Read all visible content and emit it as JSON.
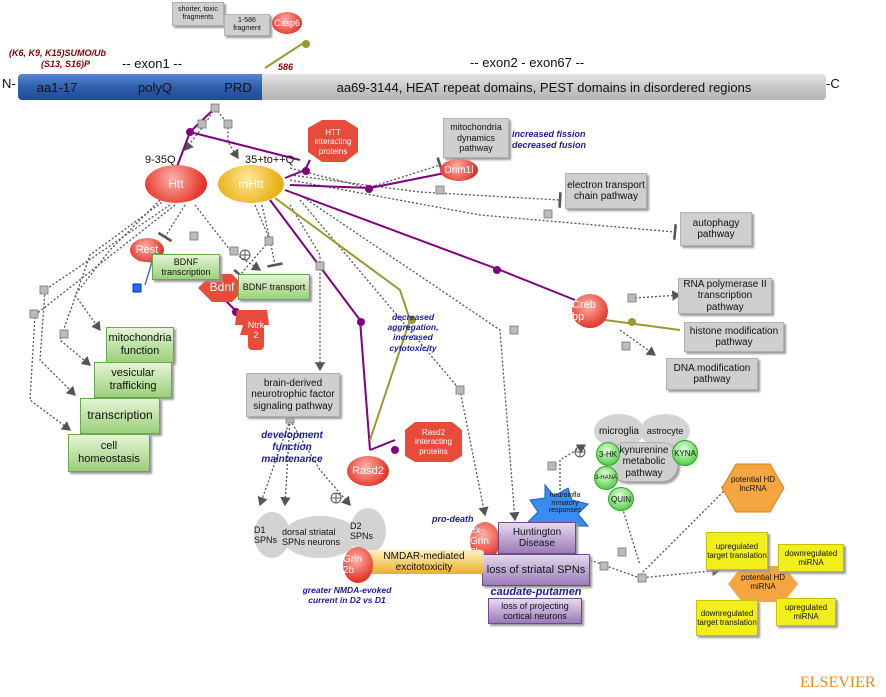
{
  "top": {
    "shorter_toxic": "shorter, toxic fragments",
    "fragment_1_586": "1-586 fragment",
    "casp6": "Casp6",
    "site_586": "586",
    "ptm_line1": "(K6, K9, K15)SUMO/Ub",
    "ptm_line2": "(S13, S16)P",
    "exon1": "-- exon1 --",
    "exon2_67": "-- exon2 - exon67 --",
    "n_term": "N-",
    "c_term": "-C",
    "seg_aa1_17": "aa1-17",
    "seg_polyq": "polyQ",
    "seg_prd": "PRD",
    "seg_rest": "aa69-3144, HEAT repeat domains, PEST domains in disordered regions"
  },
  "nodes": {
    "htt_q": "9-35Q",
    "htt": "Htt",
    "mhtt_q": "35+to++Q",
    "mhtt": "mHtt",
    "htt_interacting": "HTT interacting proteins",
    "mito_dynamics": "mitochondria dynamics pathway",
    "increased_fission": "increased fission decreased fusion",
    "dnm1l": "Dnm1l",
    "etc": "electron transport chain pathway",
    "autophagy": "autophagy pathway",
    "rest": "Rest",
    "bdnf_transcription": "BDNF transcription",
    "bdnf_transport": "BDNF transport",
    "bdnf": "Bdnf",
    "ntrk2": "Ntrk 2",
    "bdnf_pathway": "brain-derived neurotrophic factor signaling pathway",
    "dev_function": "development function maintenance",
    "decreased_agg": "decreased aggregation, increased cytotoxicity",
    "rasd2_interacting": "Rasd2 interacting proteins",
    "rasd2": "Rasd2",
    "creb_bp": "Creb bp",
    "rna_pol": "RNA polymerase II transcription pathway",
    "histone": "histone modification pathway",
    "dna_mod": "DNA modification pathway",
    "mito_function": "mitochondria function",
    "vesicular": "vesicular trafficking",
    "transcription": "transcription",
    "cell_homeo": "cell homeostasis",
    "microglia": "microglia",
    "astrocyte": "astrocyte",
    "kyna": "KYNA",
    "three_hk": "3-HK",
    "three_hana": "3-HANA",
    "quin": "QUIN",
    "kynurenine": "kynurenine metabolic pathway",
    "neuroinflam": "neuroinfla mmatory responses",
    "potential_lncrna": "potential HD lncRNA",
    "pro_death": "pro-death",
    "ex_grin2b": "ex-Grin 2b",
    "huntington": "Huntington Disease",
    "loss_striatal": "loss of striatal SPNs",
    "caudate": "caudate-putamen",
    "loss_cortical": "loss of projecting cortical neurons",
    "d1": "D1 SPNs",
    "dorsal_striatal": "dorsal striatal SPNs neurons",
    "d2": "D2 SPNs",
    "grin2b": "Grin 2b",
    "nmda": "NMDAR-mediated excitotoxicity",
    "greater_nmda": "greater NMDA-evoked current in D2 vs D1",
    "upreg_target": "upregulated target translation",
    "downreg_mirna": "downregulated miRNA",
    "potential_mirna": "potential HD miRNA",
    "downreg_target": "downregulated target translation",
    "upreg_mirna": "upregulated miRNA",
    "elsevier": "ELSEVIER"
  },
  "colors": {
    "edge_purple": "#800080",
    "edge_olive": "#9a9a2a",
    "edge_gray": "#555555",
    "bar_blue": "#2f5fae",
    "bar_gray": "#c8c8c8",
    "elsevier": "#f08a1c"
  }
}
